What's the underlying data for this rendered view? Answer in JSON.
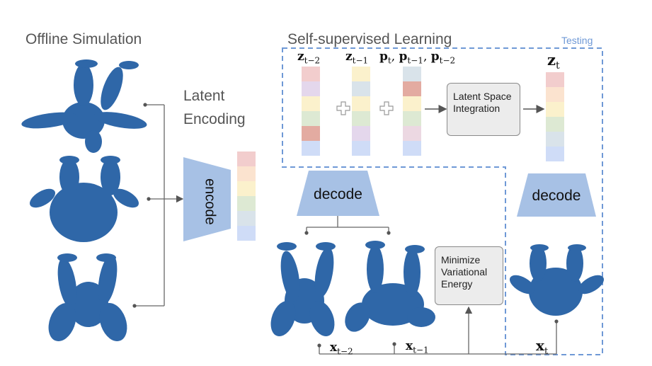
{
  "labels": {
    "offline": "Offline Simulation",
    "latent_line1": "Latent",
    "latent_line2": "Encoding",
    "self_supervised": "Self-supervised Learning",
    "testing": "Testing",
    "encode": "encode",
    "decode": "decode",
    "latent_space_integration": "Latent Space Integration",
    "minimize_energy": "Minimize Variational Energy"
  },
  "math": {
    "z_tm2": "z",
    "z_tm2_sub": "t−2",
    "z_tm1": "z",
    "z_tm1_sub": "t−1",
    "p_list": "p",
    "z_t": "z",
    "z_t_sub": "t",
    "x_tm2": "x",
    "x_tm2_sub": "t−2",
    "x_tm1": "x",
    "x_tm1_sub": "t−1",
    "x_t": "x",
    "x_t_sub": "t"
  },
  "colors": {
    "latent_cells": [
      "#f2cdcd",
      "#fbe3cf",
      "#fbf1cc",
      "#dde9d3",
      "#d9e3ea",
      "#cfdcf7"
    ],
    "z_tm2_cells": [
      "#f2cdcd",
      "#e4d7ec",
      "#fbf1cc",
      "#dde9d3",
      "#e3aba1",
      "#cfdcf7"
    ],
    "z_tm1_cells": [
      "#fbf1cc",
      "#d9e3ea",
      "#fbf1cc",
      "#dde9d3",
      "#e4d7ec",
      "#cfdcf7"
    ],
    "p_cells": [
      "#d9e3ea",
      "#e3aba1",
      "#fbf1cc",
      "#dde9d3",
      "#ecd8e2",
      "#cfdcf7"
    ],
    "z_t_cells": [
      "#f2cdcd",
      "#fbe3cf",
      "#fbf1cc",
      "#dde9d3",
      "#d9e3ea",
      "#cfdcf7"
    ],
    "encoder_blue": "#a7c1e5",
    "mesh_blue": "#2f67a8",
    "dashed_blue": "#6f99d6"
  }
}
